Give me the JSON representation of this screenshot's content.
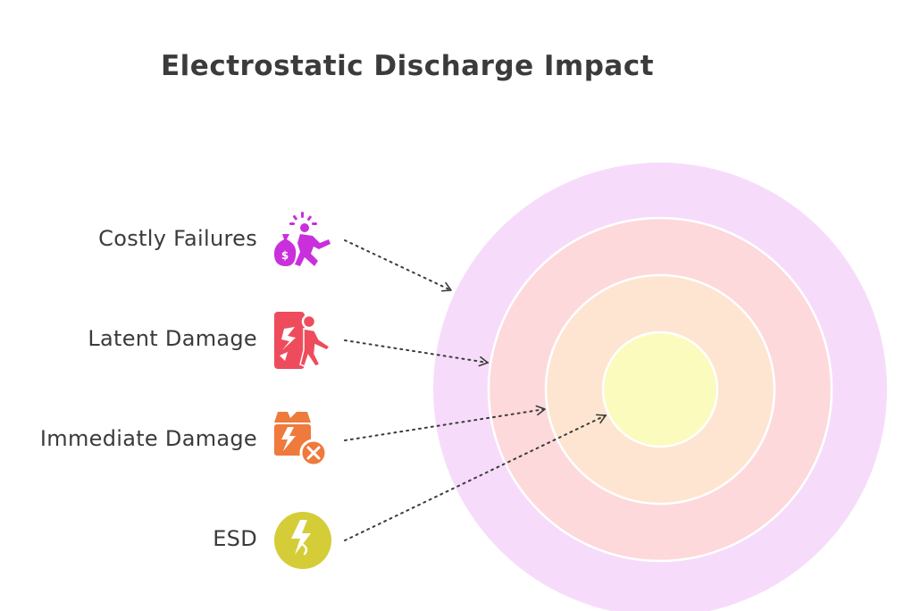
{
  "title": "Electrostatic Discharge Impact",
  "colors": {
    "text": "#3b3b3b",
    "ring_outer": "#f6dcfa",
    "ring_second": "#fdd9dc",
    "ring_third": "#fde5d1",
    "ring_core": "#fafbbd",
    "ring_stroke": "#ffffff",
    "connector": "#3b3b3b"
  },
  "levels": [
    {
      "label": "Costly Failures",
      "icon": "money-bag-running-person-icon",
      "icon_color": "#c930dc"
    },
    {
      "label": "Latent Damage",
      "icon": "broken-shield-person-icon",
      "icon_color": "#ee4c5c"
    },
    {
      "label": "Immediate Damage",
      "icon": "damaged-box-icon",
      "icon_color": "#ee7a3c"
    },
    {
      "label": "ESD",
      "icon": "lightning-bolt-icon",
      "icon_color": "#d4cd38"
    }
  ]
}
